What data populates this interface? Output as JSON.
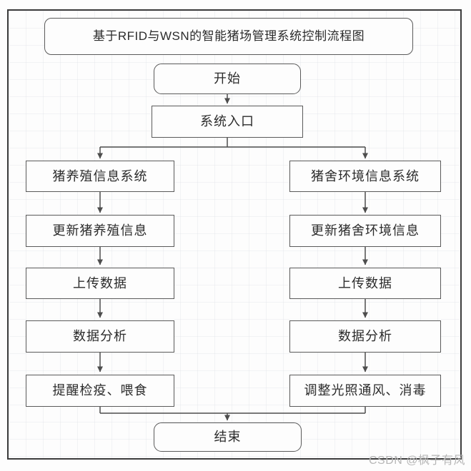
{
  "flow": {
    "title": "基于RFID与WSN的智能猪场管理系统控制流程图",
    "start": "开始",
    "entry": "系统入口",
    "left_branch": [
      "猪养殖信息系统",
      "更新猪养殖信息",
      "上传数据",
      "数据分析",
      "提醒检疫、喂食"
    ],
    "right_branch": [
      "猪舍环境信息系统",
      "更新猪舍环境信息",
      "上传数据",
      "数据分析",
      "调整光照通风、消毒"
    ],
    "end": "结束"
  },
  "watermark": {
    "text": "CSDN @枫子有风"
  },
  "colors": {
    "line": "#4d4d4d",
    "frame_border": "#3c3c3c",
    "box_border": "#5a5a5a",
    "text": "#2b2b2b",
    "watermark": "#b6b6b6",
    "background": "#fdfdfd"
  }
}
